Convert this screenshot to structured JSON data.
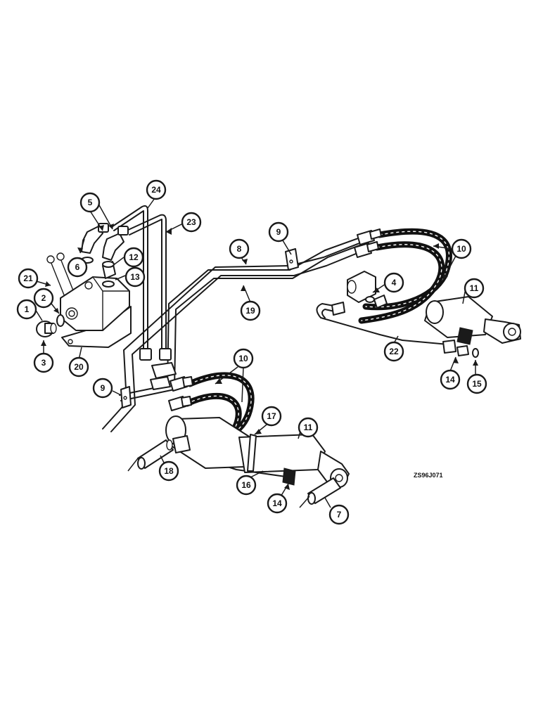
{
  "drawing_code": "ZS96J071",
  "callouts": [
    {
      "id": "c1",
      "label": "1"
    },
    {
      "id": "c2",
      "label": "2"
    },
    {
      "id": "c3",
      "label": "3"
    },
    {
      "id": "c4",
      "label": "4"
    },
    {
      "id": "c5",
      "label": "5"
    },
    {
      "id": "c6",
      "label": "6"
    },
    {
      "id": "c7",
      "label": "7"
    },
    {
      "id": "c8",
      "label": "8"
    },
    {
      "id": "c9a",
      "label": "9"
    },
    {
      "id": "c9b",
      "label": "9"
    },
    {
      "id": "c10a",
      "label": "10"
    },
    {
      "id": "c10b",
      "label": "10"
    },
    {
      "id": "c11a",
      "label": "11"
    },
    {
      "id": "c11b",
      "label": "11"
    },
    {
      "id": "c12",
      "label": "12"
    },
    {
      "id": "c13",
      "label": "13"
    },
    {
      "id": "c14a",
      "label": "14"
    },
    {
      "id": "c14b",
      "label": "14"
    },
    {
      "id": "c15",
      "label": "15"
    },
    {
      "id": "c16",
      "label": "16"
    },
    {
      "id": "c17",
      "label": "17"
    },
    {
      "id": "c18",
      "label": "18"
    },
    {
      "id": "c19",
      "label": "19"
    },
    {
      "id": "c20",
      "label": "20"
    },
    {
      "id": "c21",
      "label": "21"
    },
    {
      "id": "c22",
      "label": "22"
    },
    {
      "id": "c23",
      "label": "23"
    },
    {
      "id": "c24",
      "label": "24"
    }
  ]
}
